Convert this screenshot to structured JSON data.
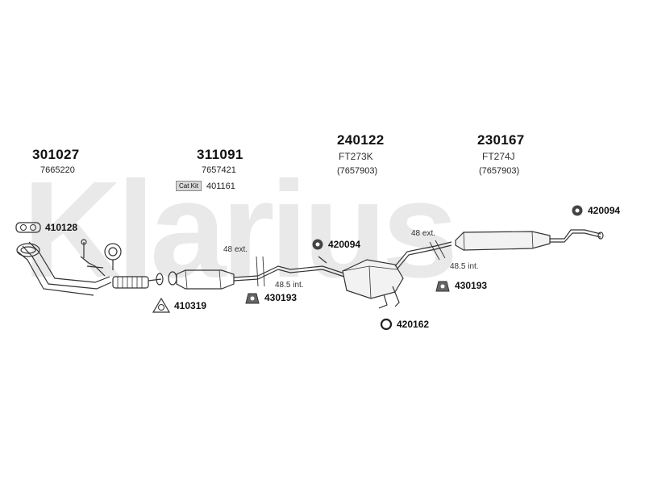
{
  "watermark": "Klarius",
  "groups": [
    {
      "part": "301027",
      "ref": "7665220"
    },
    {
      "part": "311091",
      "ref": "7657421",
      "catkit_label": "Cat Kit",
      "catkit_no": "401161"
    },
    {
      "part": "240122",
      "sub": "FT273K",
      "ref": "(7657903)"
    },
    {
      "part": "230167",
      "sub": "FT274J",
      "ref": "(7657903)"
    }
  ],
  "callouts": {
    "c410128": "410128",
    "c410319": "410319",
    "c430193a": "430193",
    "c420094a": "420094",
    "c430193b": "430193",
    "c420162": "420162",
    "c420094b": "420094"
  },
  "labels": {
    "ext_left": "48 ext.",
    "int_left": "48.5 int.",
    "ext_right": "48 ext.",
    "int_right": "48.5 int."
  }
}
